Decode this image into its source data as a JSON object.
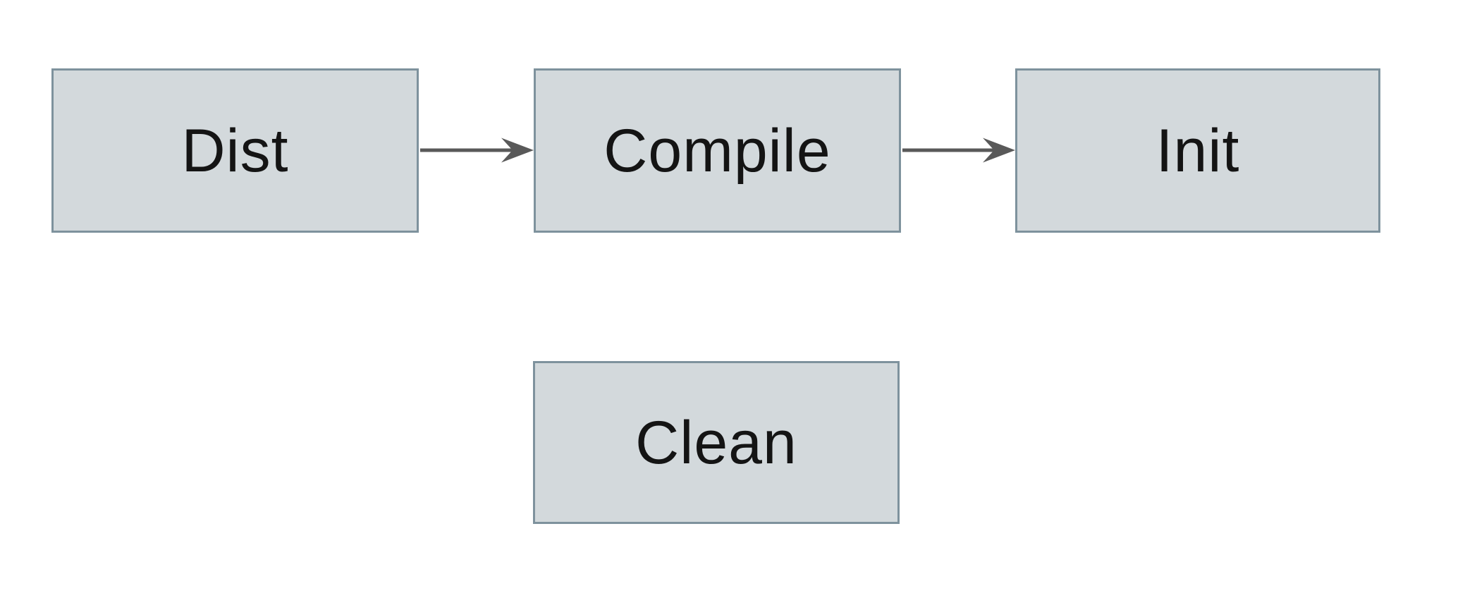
{
  "diagram": {
    "type": "flowchart",
    "background_color": "#ffffff",
    "node_fill_color": "#d3d9dc",
    "node_border_color": "#7e929d",
    "arrow_color": "#595959",
    "label_color": "#141414",
    "nodes": [
      {
        "id": "dist",
        "label": "Dist"
      },
      {
        "id": "compile",
        "label": "Compile"
      },
      {
        "id": "init",
        "label": "Init"
      },
      {
        "id": "clean",
        "label": "Clean"
      }
    ],
    "edges": [
      {
        "from": "dist",
        "to": "compile",
        "style": "arrow"
      },
      {
        "from": "compile",
        "to": "init",
        "style": "arrow"
      }
    ]
  }
}
